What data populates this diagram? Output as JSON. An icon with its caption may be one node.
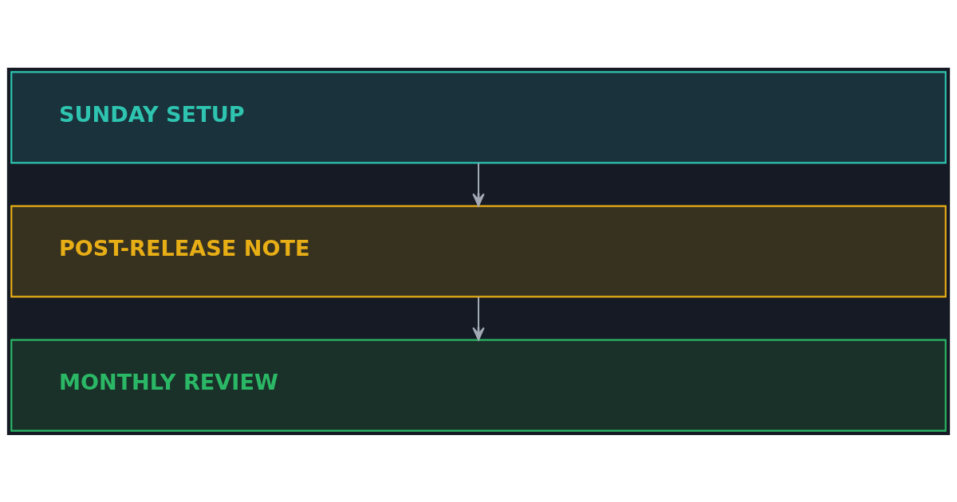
{
  "diagram": {
    "nodes": [
      {
        "text": [
          "SUNDAY SETUP"
        ]
      },
      {
        "text": [
          "POST-RELEASE NOTE"
        ]
      },
      {
        "text": [
          "MONTHLY REVIEW"
        ]
      }
    ],
    "edges": [
      {
        "from": 0,
        "to": 1,
        "arrow": "to"
      },
      {
        "from": 1,
        "to": 2,
        "arrow": "to"
      }
    ]
  }
}
